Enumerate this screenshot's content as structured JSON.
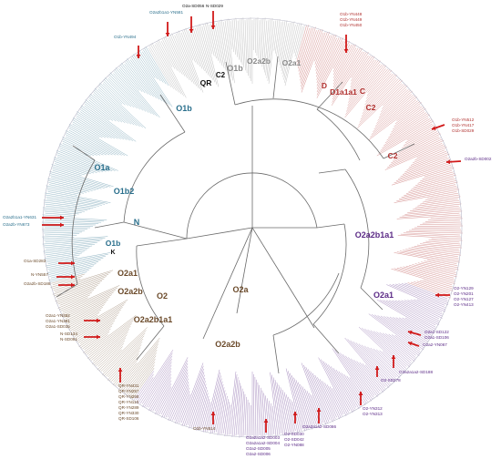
{
  "colors": {
    "blue": "#2a6f8c",
    "red": "#b0302e",
    "purple": "#5b2a86",
    "brown": "#6b4a2a",
    "gray": "#8a8a8a",
    "black": "#111111",
    "arrow": "#d11a1a",
    "tree_line": "#6a6a6a"
  },
  "clades": [
    {
      "label": "O1b",
      "color": "blue"
    },
    {
      "label": "O1a",
      "color": "blue"
    },
    {
      "label": "O1b2",
      "color": "blue"
    },
    {
      "label": "N",
      "color": "blue"
    },
    {
      "label": "O1b",
      "color": "blue"
    },
    {
      "label": "K",
      "color": "black"
    },
    {
      "label": "QR",
      "color": "black"
    },
    {
      "label": "C2",
      "color": "black"
    },
    {
      "label": "O1b",
      "color": "gray"
    },
    {
      "label": "O2a2b",
      "color": "gray"
    },
    {
      "label": "O2a1",
      "color": "gray"
    },
    {
      "label": "D",
      "color": "red"
    },
    {
      "label": "D1a1a1",
      "color": "red"
    },
    {
      "label": "C",
      "color": "red"
    },
    {
      "label": "C2",
      "color": "red"
    },
    {
      "label": "C2",
      "color": "red"
    },
    {
      "label": "O2a2b1a1",
      "color": "purple"
    },
    {
      "label": "O2a1",
      "color": "purple"
    },
    {
      "label": "O2a",
      "color": "brown"
    },
    {
      "label": "O2a1",
      "color": "brown"
    },
    {
      "label": "O2a2b",
      "color": "brown"
    },
    {
      "label": "O2",
      "color": "brown"
    },
    {
      "label": "O2a2b1a1",
      "color": "brown"
    },
    {
      "label": "O2a2b",
      "color": "brown"
    }
  ],
  "samples": [
    {
      "label": "O2a2b1a1-YN631",
      "color": "blue"
    },
    {
      "label": "O2a2b-YN673",
      "color": "blue"
    },
    {
      "label": "O1b-YN494",
      "color": "blue"
    },
    {
      "label": "O2a2b1a1-YN581",
      "color": "blue"
    },
    {
      "label": "O2a-SD056",
      "color": "black"
    },
    {
      "label": "N-SD029",
      "color": "black"
    },
    {
      "label": "O1b-YN448",
      "color": "red"
    },
    {
      "label": "O1b-YN449",
      "color": "red"
    },
    {
      "label": "O1b-YN450",
      "color": "red"
    },
    {
      "label": "O1b-YN512",
      "color": "red"
    },
    {
      "label": "O1b-YN417",
      "color": "red"
    },
    {
      "label": "O1b-SD029",
      "color": "red"
    },
    {
      "label": "O2a2b-SD002",
      "color": "purple"
    },
    {
      "label": "O2-YN129",
      "color": "purple"
    },
    {
      "label": "O2-YN201",
      "color": "purple"
    },
    {
      "label": "O2-YN127",
      "color": "purple"
    },
    {
      "label": "O2-YN413",
      "color": "purple"
    },
    {
      "label": "O2a1-SD122",
      "color": "purple"
    },
    {
      "label": "O2a1-SD106",
      "color": "purple"
    },
    {
      "label": "O2a2-YN067",
      "color": "purple"
    },
    {
      "label": "O2a2a1a2-SD188",
      "color": "purple"
    },
    {
      "label": "O2-SD278",
      "color": "purple"
    },
    {
      "label": "O2-YN312",
      "color": "purple"
    },
    {
      "label": "O2-YN313",
      "color": "purple"
    },
    {
      "label": "O2a2a1a2-SD086",
      "color": "purple"
    },
    {
      "label": "O2-SD030",
      "color": "purple"
    },
    {
      "label": "O2-SD042",
      "color": "purple"
    },
    {
      "label": "O2-YN088",
      "color": "purple"
    },
    {
      "label": "O2a2a1a2-SD003",
      "color": "purple"
    },
    {
      "label": "O2a2a1a2-SD004",
      "color": "purple"
    },
    {
      "label": "O2a2-SD005",
      "color": "purple"
    },
    {
      "label": "O2a2-SD006",
      "color": "purple"
    },
    {
      "label": "O1b-YN514",
      "color": "brown"
    },
    {
      "label": "QR-YN431",
      "color": "brown"
    },
    {
      "label": "QR-YN257",
      "color": "brown"
    },
    {
      "label": "QR-YN258",
      "color": "brown"
    },
    {
      "label": "QR-YN110",
      "color": "brown"
    },
    {
      "label": "QR-YN289",
      "color": "brown"
    },
    {
      "label": "QR-YN330",
      "color": "brown"
    },
    {
      "label": "QR-SD106",
      "color": "brown"
    },
    {
      "label": "O2a1-YN382",
      "color": "brown"
    },
    {
      "label": "O2a1-YN381",
      "color": "brown"
    },
    {
      "label": "O2a1-SD035",
      "color": "brown"
    },
    {
      "label": "N-SD134",
      "color": "brown"
    },
    {
      "label": "N-SD091",
      "color": "brown"
    },
    {
      "label": "O1a-SD283",
      "color": "brown"
    },
    {
      "label": "N-YN557",
      "color": "brown"
    },
    {
      "label": "O2a2b-SD188",
      "color": "brown"
    }
  ]
}
